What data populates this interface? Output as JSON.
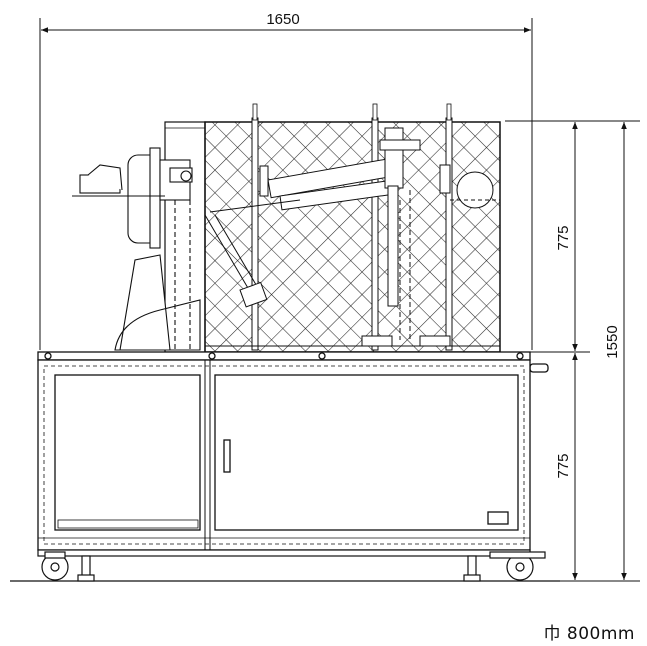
{
  "dimensions": {
    "total_width": "1650",
    "total_height": "1550",
    "upper_height": "775",
    "lower_height": "775"
  },
  "note": "巾 800mm",
  "colors": {
    "line": "#1a1a1a",
    "mesh": "#2a2a2a",
    "background": "#ffffff"
  }
}
